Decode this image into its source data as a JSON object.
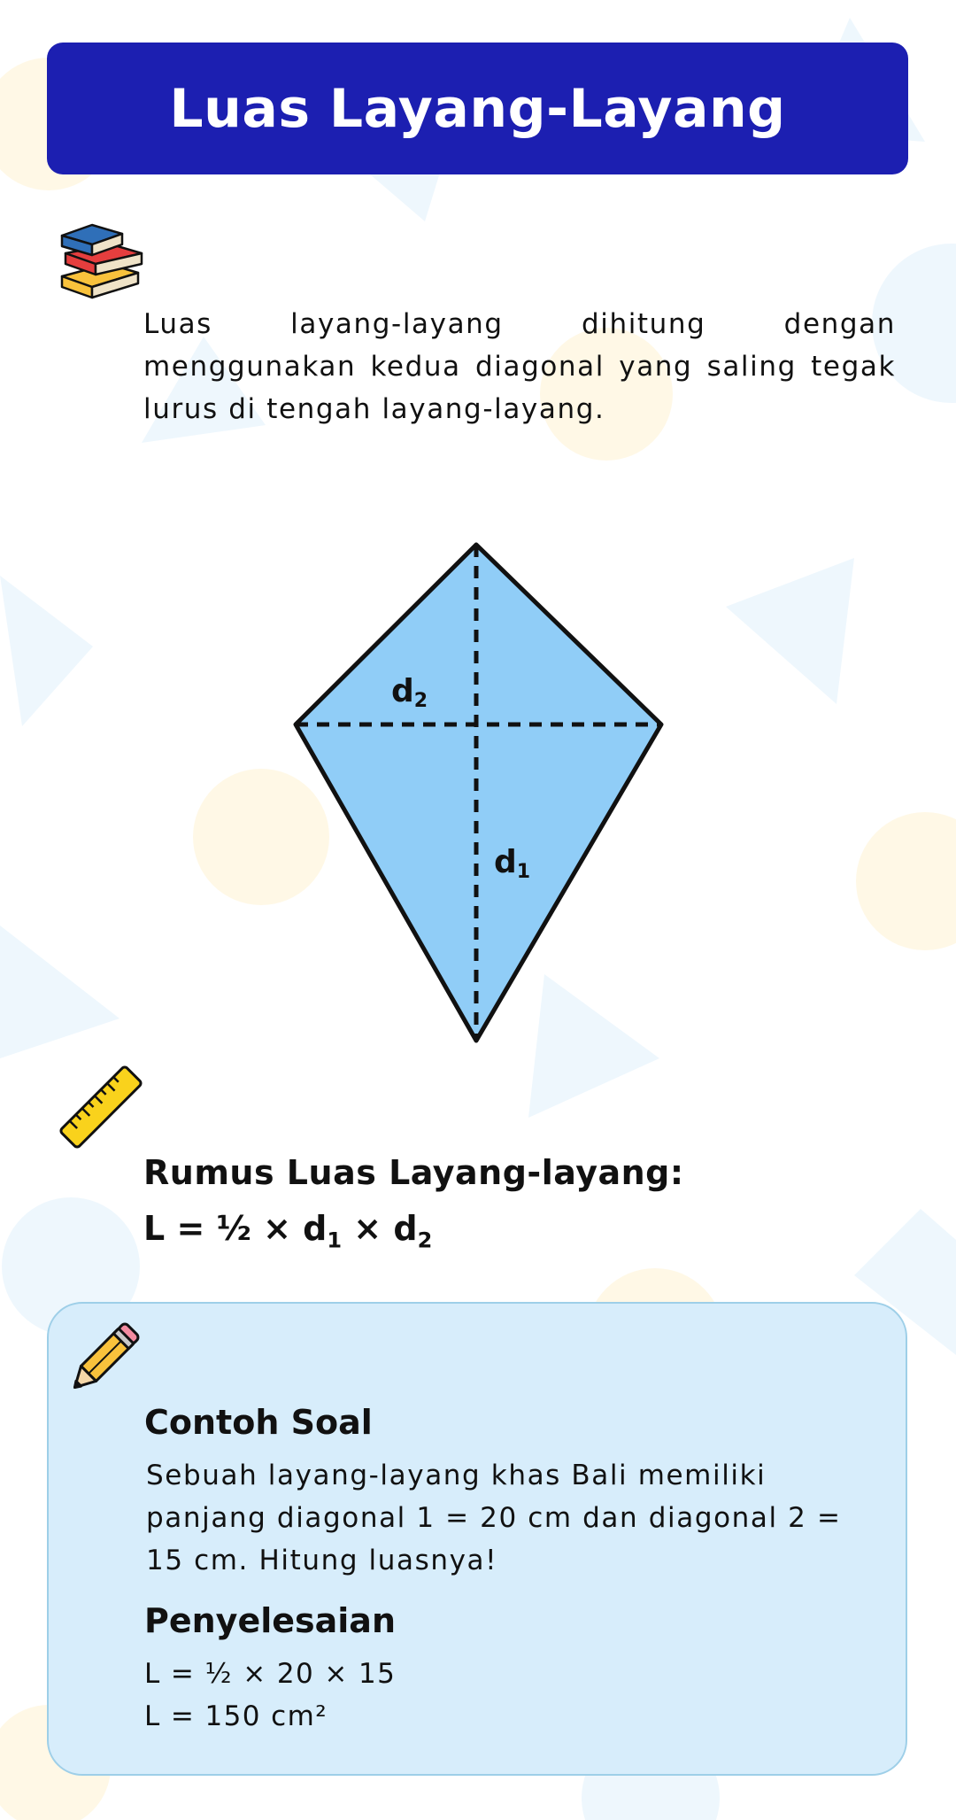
{
  "header": {
    "title": "Luas Layang-Layang"
  },
  "intro": {
    "text": "Luas layang-layang dihitung dengan menggunakan kedua diagonal yang saling tegak lurus di tengah layang-layang."
  },
  "diagram": {
    "d2_label": "d",
    "d2_sub": "2",
    "d1_label": "d",
    "d1_sub": "1",
    "fill_color": "#90cdf7",
    "stroke_color": "#111111"
  },
  "formula": {
    "title": "Rumus Luas  Layang-layang:",
    "prefix": "L = ½ × d",
    "sub1": "1",
    "middle": " × d",
    "sub2": "2"
  },
  "example": {
    "title": "Contoh Soal",
    "text": "Sebuah layang-layang khas Bali memiliki panjang diagonal 1 = 20 cm dan diagonal 2 = 15 cm. Hitung luasnya!",
    "solution_title": "Penyelesaian",
    "solution_line1": "L = ½ × 20 × 15",
    "solution_line2": "L = 150 cm²"
  },
  "colors": {
    "header_bg": "#1c1fb1",
    "card_bg": "#d7edfb",
    "card_border": "#9ecfe8"
  },
  "icons": [
    "books-icon",
    "ruler-icon",
    "pencil-icon"
  ]
}
